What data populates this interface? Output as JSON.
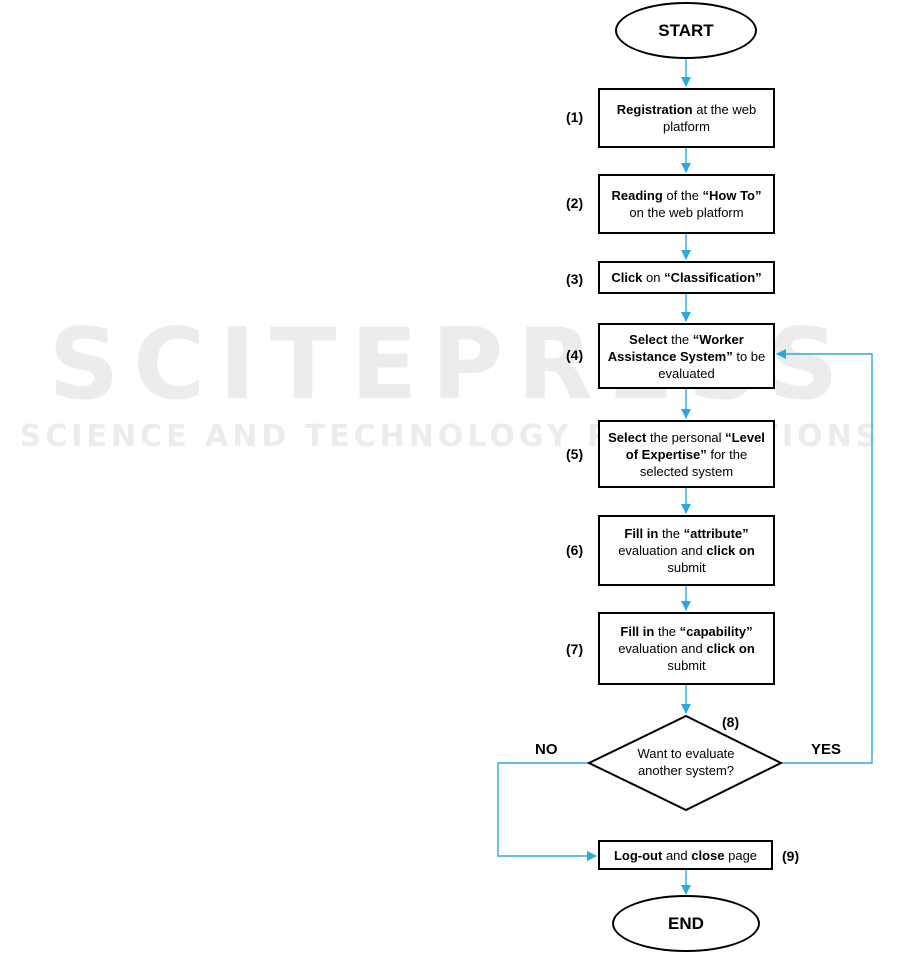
{
  "watermark": {
    "main": "SCITEPRESS",
    "sub": "SCIENCE AND TECHNOLOGY PUBLICATIONS"
  },
  "start": "START",
  "end": "END",
  "steps": [
    {
      "num": "(1)",
      "parts": [
        {
          "t": "Registration",
          "b": true
        },
        {
          "t": " at the web platform",
          "b": false
        }
      ]
    },
    {
      "num": "(2)",
      "parts": [
        {
          "t": "Reading",
          "b": true
        },
        {
          "t": " of the ",
          "b": false
        },
        {
          "t": "“How To”",
          "b": true
        },
        {
          "t": " on the web platform",
          "b": false
        }
      ]
    },
    {
      "num": "(3)",
      "parts": [
        {
          "t": "Click",
          "b": true
        },
        {
          "t": " on ",
          "b": false
        },
        {
          "t": "“Classification”",
          "b": true
        }
      ]
    },
    {
      "num": "(4)",
      "parts": [
        {
          "t": "Select",
          "b": true
        },
        {
          "t": " the ",
          "b": false
        },
        {
          "t": "“Worker Assistance System”",
          "b": true
        },
        {
          "t": " to be evaluated",
          "b": false
        }
      ]
    },
    {
      "num": "(5)",
      "parts": [
        {
          "t": "Select",
          "b": true
        },
        {
          "t": " the personal ",
          "b": false
        },
        {
          "t": "“Level of Expertise”",
          "b": true
        },
        {
          "t": " for the selected system",
          "b": false
        }
      ]
    },
    {
      "num": "(6)",
      "parts": [
        {
          "t": "Fill in",
          "b": true
        },
        {
          "t": " the ",
          "b": false
        },
        {
          "t": "“attribute”",
          "b": true
        },
        {
          "t": " evaluation and ",
          "b": false
        },
        {
          "t": "click on",
          "b": true
        },
        {
          "t": " submit",
          "b": false
        }
      ]
    },
    {
      "num": "(7)",
      "parts": [
        {
          "t": "Fill in",
          "b": true
        },
        {
          "t": " the ",
          "b": false
        },
        {
          "t": "“capability”",
          "b": true
        },
        {
          "t": " evaluation and ",
          "b": false
        },
        {
          "t": "click on",
          "b": true
        },
        {
          "t": " submit",
          "b": false
        }
      ]
    }
  ],
  "decision": {
    "num": "(8)",
    "text": "Want to evaluate another system?",
    "no": "NO",
    "yes": "YES"
  },
  "final_step": {
    "num": "(9)",
    "parts": [
      {
        "t": "Log-out",
        "b": true
      },
      {
        "t": " and ",
        "b": false
      },
      {
        "t": "close",
        "b": true
      },
      {
        "t": " page",
        "b": false
      }
    ]
  },
  "colors": {
    "arrow": "#29abe2",
    "border": "#000000",
    "watermark": "#ececec"
  }
}
